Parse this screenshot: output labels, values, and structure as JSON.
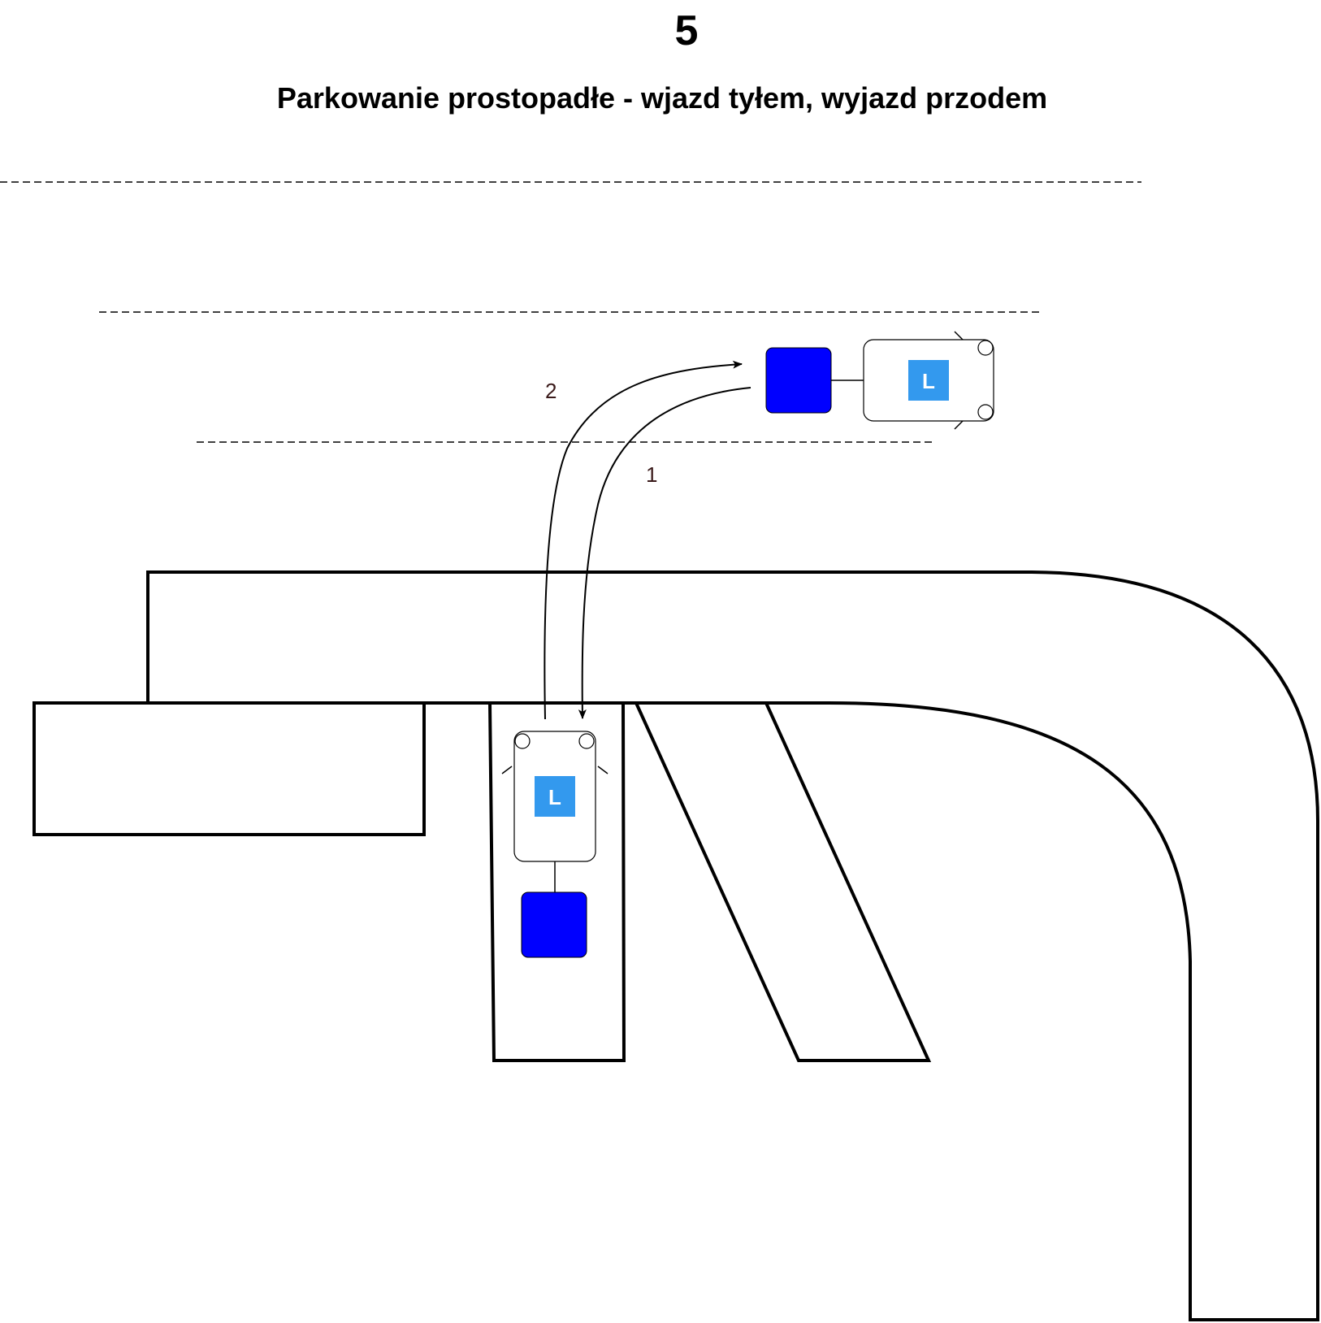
{
  "header": {
    "number": "5",
    "title": "Parkowanie prostopadłe - wjazd tyłem, wyjazd przodem"
  },
  "diagram": {
    "paths": {
      "step1_label": "1",
      "step2_label": "2"
    },
    "car": {
      "plate_letter": "L",
      "plate_color": "#3399ee",
      "block_color": "#0000ff"
    }
  }
}
